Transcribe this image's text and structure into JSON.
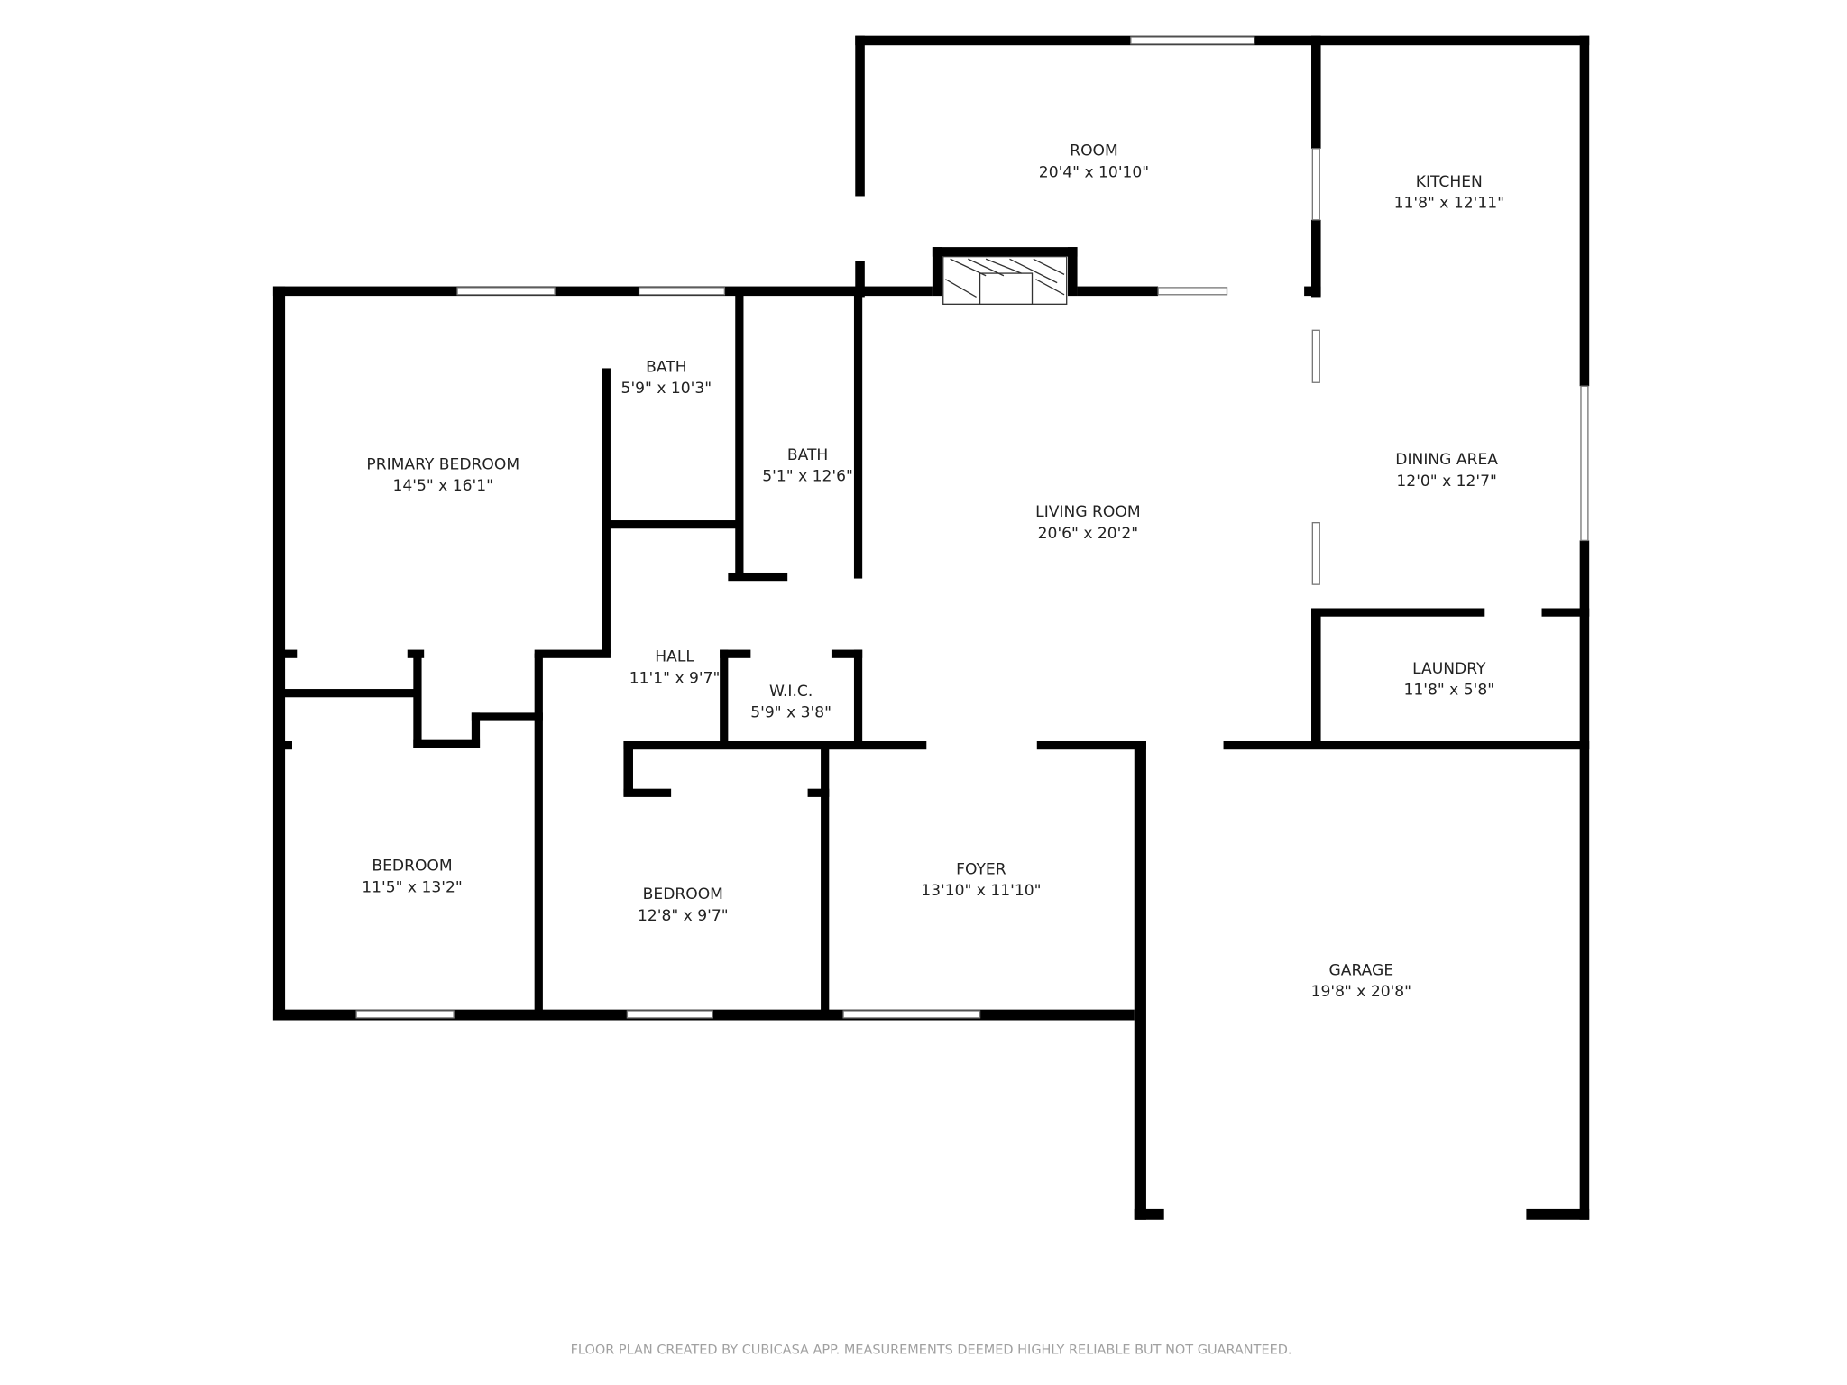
{
  "rooms": [
    {
      "id": "room",
      "name": "ROOM",
      "dims": "20'4\" x 10'10\""
    },
    {
      "id": "kitchen",
      "name": "KITCHEN",
      "dims": "11'8\" x 12'11\""
    },
    {
      "id": "dining-area",
      "name": "DINING AREA",
      "dims": "12'0\" x 12'7\""
    },
    {
      "id": "living-room",
      "name": "LIVING ROOM",
      "dims": "20'6\" x 20'2\""
    },
    {
      "id": "primary-bedroom",
      "name": "PRIMARY BEDROOM",
      "dims": "14'5\" x 16'1\""
    },
    {
      "id": "bath-1",
      "name": "BATH",
      "dims": "5'9\" x 10'3\""
    },
    {
      "id": "bath-2",
      "name": "BATH",
      "dims": "5'1\" x 12'6\""
    },
    {
      "id": "hall",
      "name": "HALL",
      "dims": "11'1\" x 9'7\""
    },
    {
      "id": "wic",
      "name": "W.I.C.",
      "dims": "5'9\" x 3'8\""
    },
    {
      "id": "laundry",
      "name": "LAUNDRY",
      "dims": "11'8\" x 5'8\""
    },
    {
      "id": "bedroom-1",
      "name": "BEDROOM",
      "dims": "11'5\" x 13'2\""
    },
    {
      "id": "bedroom-2",
      "name": "BEDROOM",
      "dims": "12'8\" x 9'7\""
    },
    {
      "id": "foyer",
      "name": "FOYER",
      "dims": "13'10\" x 11'10\""
    },
    {
      "id": "garage",
      "name": "GARAGE",
      "dims": "19'8\" x 20'8\""
    }
  ],
  "footer": "FLOOR PLAN CREATED BY CUBICASA APP. MEASUREMENTS DEEMED HIGHLY RELIABLE BUT NOT GUARANTEED.",
  "colors": {
    "walls": "#000000",
    "footer_text": "#a0a0a0"
  }
}
